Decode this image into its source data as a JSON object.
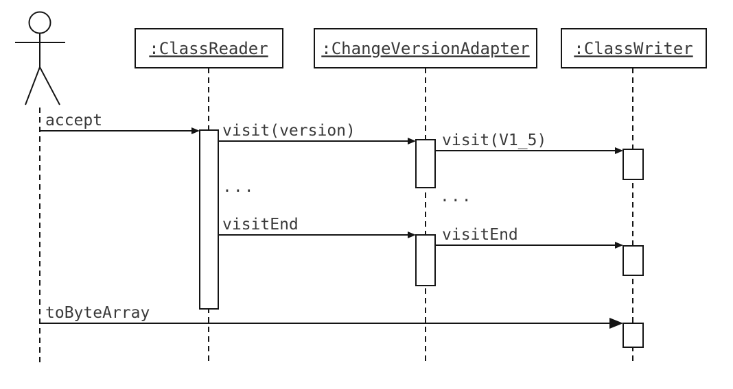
{
  "colors": {
    "line": "#141414",
    "text": "#3a3a3a",
    "background": "#ffffff"
  },
  "diagram": {
    "kind": "uml-sequence-diagram",
    "actor": {
      "name": "user-actor"
    },
    "objects": [
      {
        "label": ":ClassReader"
      },
      {
        "label": ":ChangeVersionAdapter"
      },
      {
        "label": ":ClassWriter"
      }
    ],
    "messages": [
      {
        "label": "accept",
        "from": "actor",
        "to": ":ClassReader"
      },
      {
        "label": "visit(version)",
        "from": ":ClassReader",
        "to": ":ChangeVersionAdapter"
      },
      {
        "label": "visit(V1_5)",
        "from": ":ChangeVersionAdapter",
        "to": ":ClassWriter"
      },
      {
        "label": "visitEnd",
        "from": ":ClassReader",
        "to": ":ChangeVersionAdapter"
      },
      {
        "label": "visitEnd",
        "from": ":ChangeVersionAdapter",
        "to": ":ClassWriter"
      },
      {
        "label": "toByteArray",
        "from": "actor",
        "to": ":ClassWriter"
      }
    ],
    "ellipses": [
      {
        "label": "..."
      },
      {
        "label": "..."
      }
    ]
  }
}
